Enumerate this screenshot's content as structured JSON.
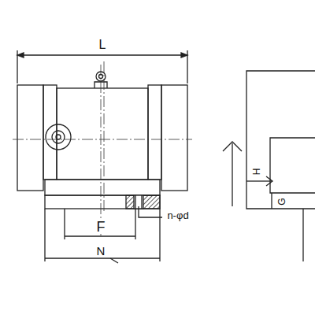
{
  "diagram": {
    "labels": [
      "L",
      "F",
      "n-φd",
      "N",
      "H",
      "G"
    ]
  }
}
